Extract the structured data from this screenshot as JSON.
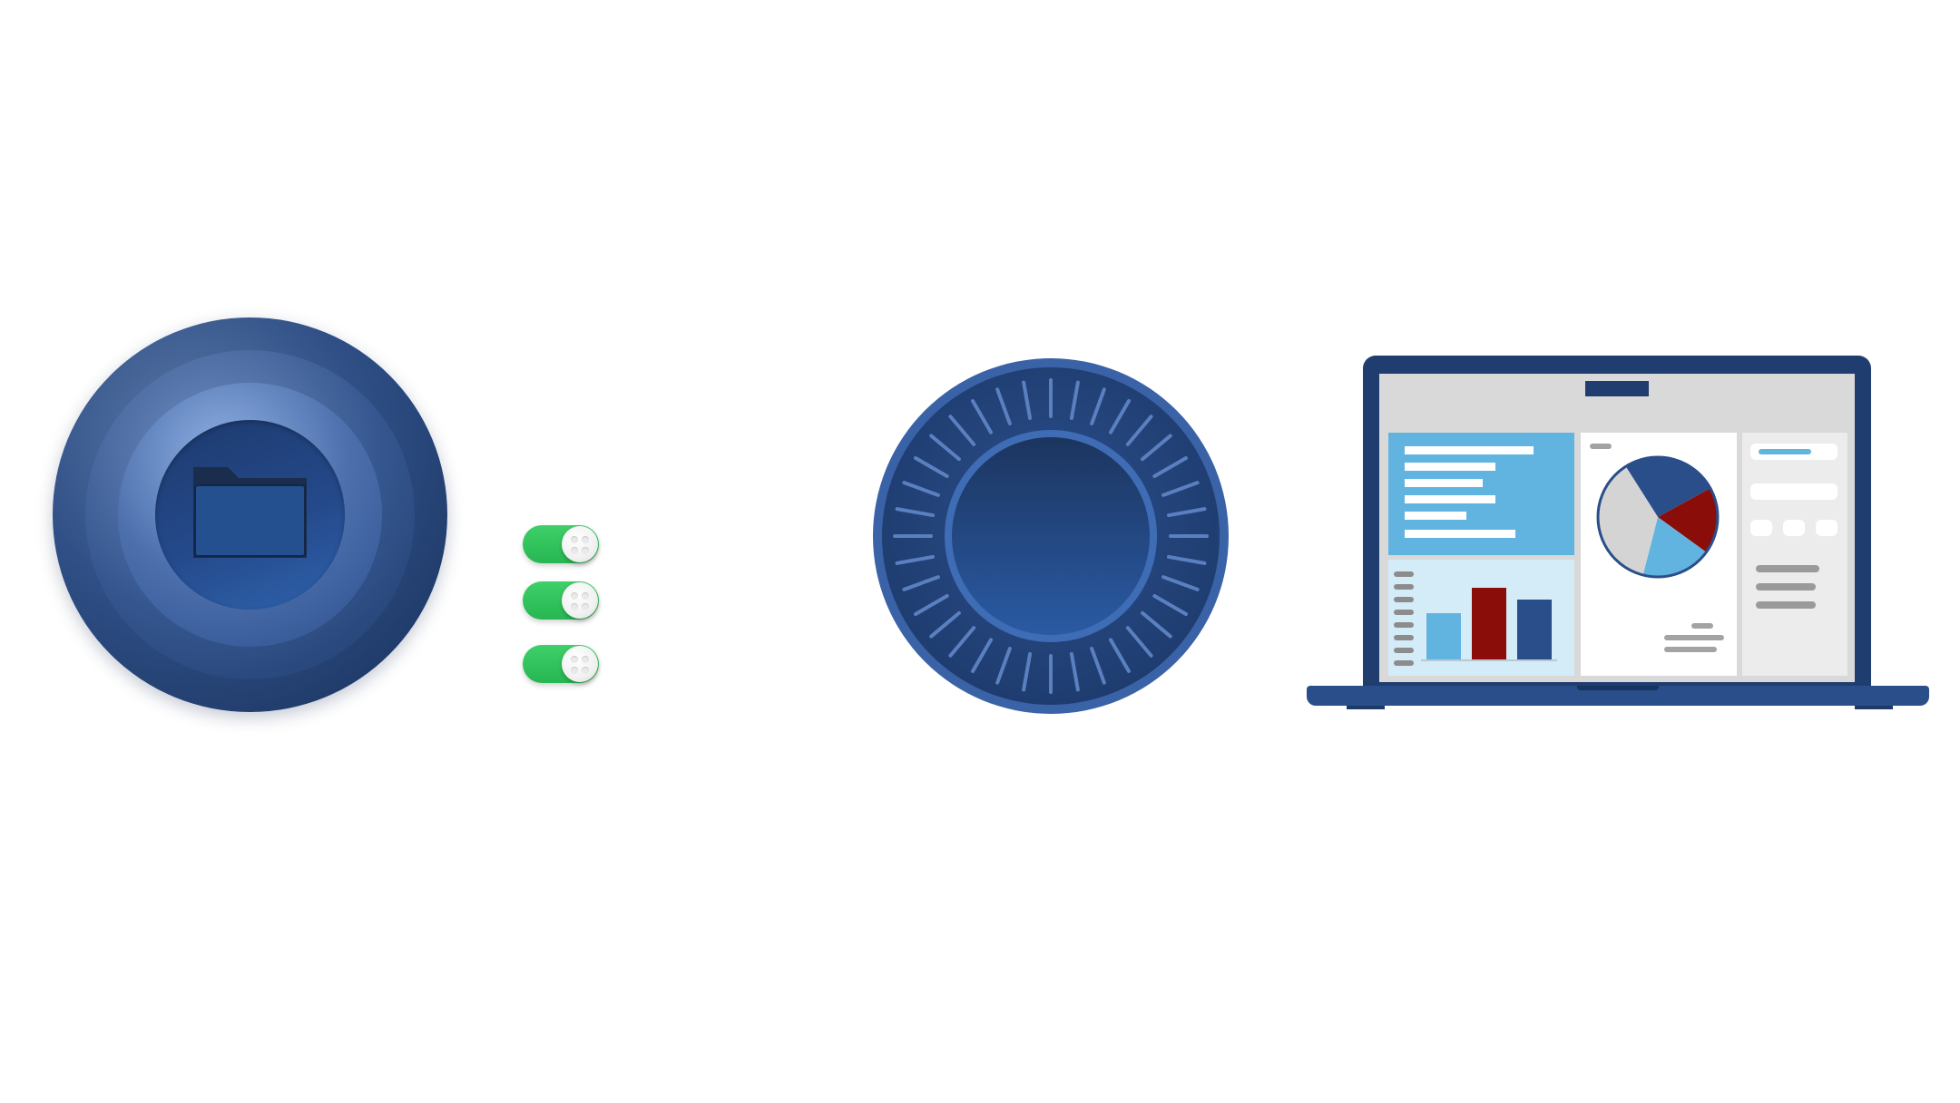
{
  "colors": {
    "deep_blue": "#1f3d6e",
    "mid_blue": "#2a4e8a",
    "light_blue": "#62b4e0",
    "toggle_green": "#2cc05a",
    "chart_red": "#8b0d0a"
  },
  "icons": {
    "folder_orb": "folder-icon",
    "dial": "rotary-dial-icon",
    "laptop": "laptop-dashboard-icon"
  },
  "toggles": [
    {
      "state": "on"
    },
    {
      "state": "on"
    },
    {
      "state": "on"
    }
  ],
  "laptop_dashboard": {
    "bar_chart": {
      "values": [
        0.55,
        0.86,
        0.72
      ],
      "colors": [
        "#62b4e0",
        "#8b0d0a",
        "#2a4e8a"
      ]
    },
    "pie_chart": {
      "values": [
        0.26,
        0.18,
        0.19,
        0.37
      ],
      "colors": [
        "#2a4e8a",
        "#8b0d0a",
        "#62b4e0",
        "#d4d4d4"
      ]
    }
  }
}
